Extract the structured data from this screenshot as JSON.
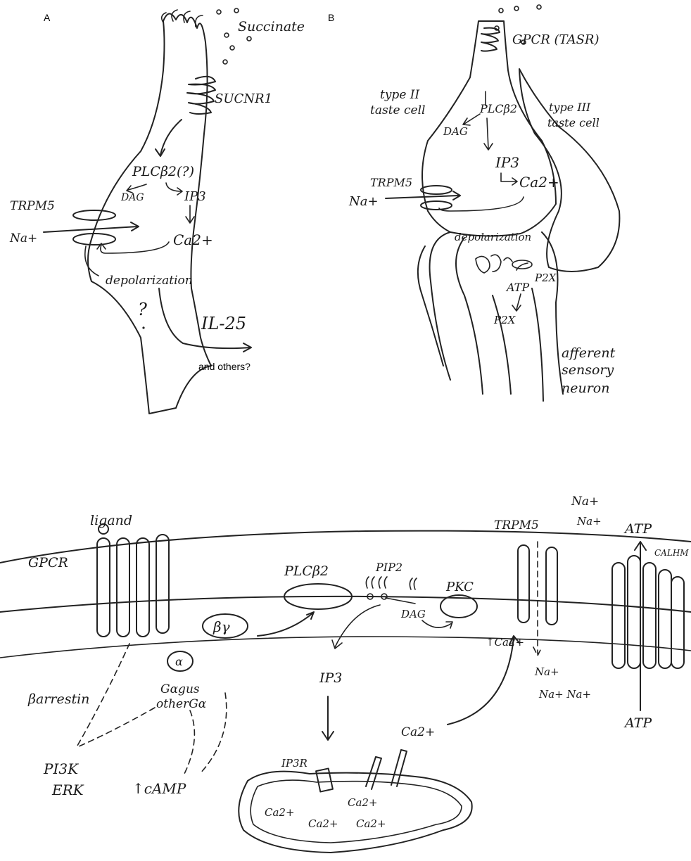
{
  "panels": {
    "a": "A",
    "b": "B"
  },
  "panel_a": {
    "succinate": "Succinate",
    "receptor": "SUCNR1",
    "enzyme": "PLCβ2(?)",
    "dag": "DAG",
    "ip3": "IP3",
    "channel": "TRPM5",
    "ion": "Na+",
    "calcium": "Ca2+",
    "depol": "depolarization",
    "question": "?",
    "output": "IL-25",
    "others": "and others?"
  },
  "panel_b": {
    "receptor": "GPCR (TASR)",
    "type2": [
      "type II",
      "taste cell"
    ],
    "type3": [
      "type III",
      "taste cell"
    ],
    "enzyme": "PLCβ2",
    "dag": "DAG",
    "ip3": "IP3",
    "calcium": "Ca2+",
    "channel": "TRPM5",
    "ion": "Na+",
    "depol": "depolarization",
    "atp": "ATP",
    "p2x_a": "P2X",
    "p2x_b": "P2X",
    "neuron": [
      "afferent",
      "sensory",
      "neuron"
    ]
  },
  "panel_c": {
    "ligand": "ligand",
    "gpcr": "GPCR",
    "plcb2": "PLCβ2",
    "pip2": "PIP2",
    "pkc": "PKC",
    "dag": "DAG",
    "beta_gamma": "βγ",
    "alpha": "α",
    "barrestin": "βarrestin",
    "gagus": [
      "Gαgus",
      "otherGα"
    ],
    "pi3k": [
      "PI3K",
      "ERK"
    ],
    "camp": "↑cAMP",
    "ip3": "IP3",
    "ip3r": "IP3R",
    "ca_release": "Ca2+",
    "ca_rise": "↑Ca2+",
    "ca_store": [
      "Ca2+",
      "Ca2+",
      "Ca2+",
      "Ca2+"
    ],
    "trpm5": "TRPM5",
    "na_out": [
      "Na+",
      "Na+"
    ],
    "na_in": [
      "Na+",
      "Na+ Na+"
    ],
    "atp_out": "ATP",
    "atp_in": "ATP",
    "calhm": "CALHM"
  }
}
